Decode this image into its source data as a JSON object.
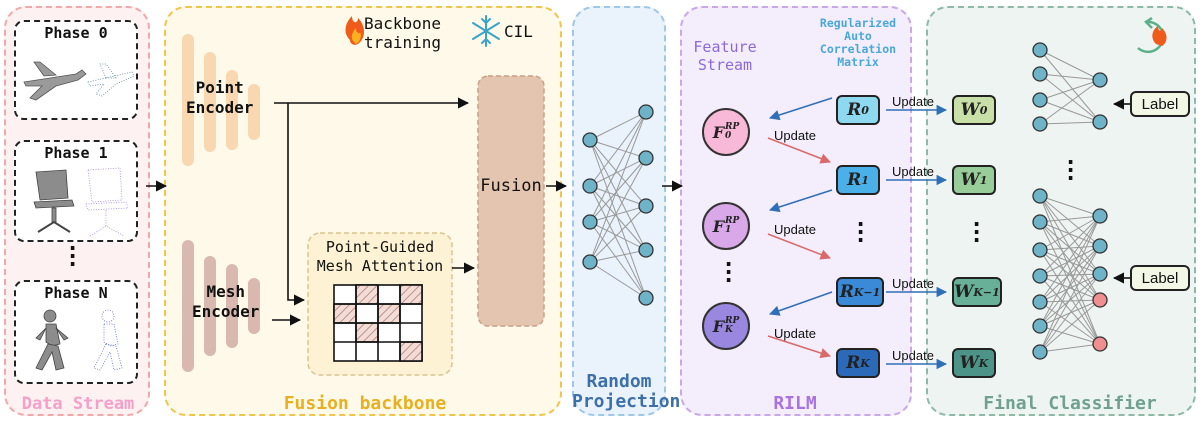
{
  "data_stream": {
    "title": "Data Stream",
    "phases": [
      "Phase 0",
      "Phase 1",
      "Phase N"
    ],
    "dots": "⋮"
  },
  "fusion_backbone": {
    "title": "Fusion backbone",
    "legend_training": "Backbone\ntraining",
    "legend_cil": "CIL",
    "point_encoder": "Point\nEncoder",
    "mesh_encoder": "Mesh\nEncoder",
    "attention": "Point-Guided\nMesh Attention",
    "fusion": "Fusion"
  },
  "random_projection": {
    "title": "Random\nProjection"
  },
  "rilm": {
    "title": "RILM",
    "feature_stream": "Feature\nStream",
    "matrix_caption": "Regularized\nAuto\nCorrelation\nMatrix",
    "update_label": "Update",
    "r_labels": [
      {
        "base": "R",
        "sub": "0"
      },
      {
        "base": "R",
        "sub": "1"
      },
      {
        "base": "R",
        "sub": "K−1"
      },
      {
        "base": "R",
        "sub": "K"
      }
    ],
    "f_labels": [
      {
        "base": "F",
        "sup": "RP",
        "sub": "0"
      },
      {
        "base": "F",
        "sup": "RP",
        "sub": "1"
      },
      {
        "base": "F",
        "sup": "RP",
        "sub": "K"
      }
    ]
  },
  "final_classifier": {
    "title": "Final Classifier",
    "update_label": "Update",
    "w_labels": [
      {
        "base": "W",
        "sub": "0"
      },
      {
        "base": "W",
        "sub": "1"
      },
      {
        "base": "W",
        "sub": "K−1"
      },
      {
        "base": "W",
        "sub": "K"
      }
    ],
    "label_text": "Label"
  },
  "colors": {
    "data_stream": "#f4a8a8",
    "fusion_backbone": "#f2c84b",
    "random_projection": "#9ec7e8",
    "rilm": "#c9a8e8",
    "final_classifier": "#8fb8a8",
    "node": "#6fb3c8",
    "node_highlight": "#ef8f8f"
  }
}
